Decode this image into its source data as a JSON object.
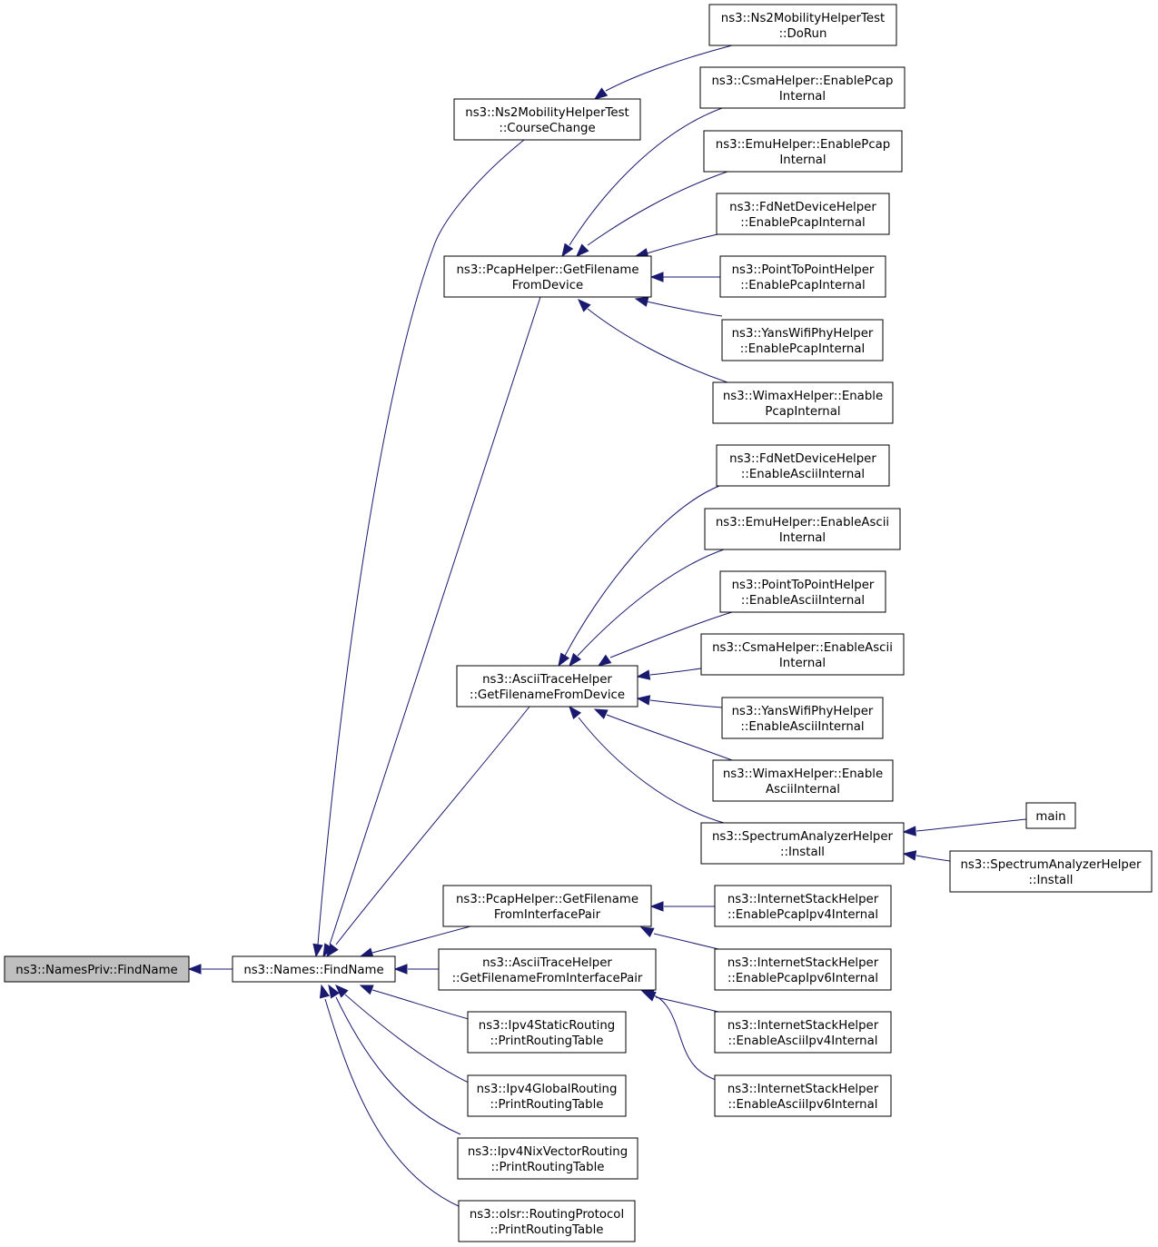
{
  "graph": {
    "nodes": [
      {
        "id": "n0",
        "label": [
          "ns3::NamesPriv::FindName"
        ],
        "root": true
      },
      {
        "id": "n1",
        "label": [
          "ns3::Names::FindName"
        ]
      },
      {
        "id": "n2",
        "label": [
          "ns3::Ns2MobilityHelperTest",
          "::CourseChange"
        ]
      },
      {
        "id": "n3",
        "label": [
          "ns3::Ns2MobilityHelperTest",
          "::DoRun"
        ]
      },
      {
        "id": "n4",
        "label": [
          "ns3::PcapHelper::GetFilename",
          "FromDevice"
        ]
      },
      {
        "id": "n5",
        "label": [
          "ns3::CsmaHelper::EnablePcap",
          "Internal"
        ]
      },
      {
        "id": "n6",
        "label": [
          "ns3::EmuHelper::EnablePcap",
          "Internal"
        ]
      },
      {
        "id": "n7",
        "label": [
          "ns3::FdNetDeviceHelper",
          "::EnablePcapInternal"
        ]
      },
      {
        "id": "n8",
        "label": [
          "ns3::PointToPointHelper",
          "::EnablePcapInternal"
        ]
      },
      {
        "id": "n9",
        "label": [
          "ns3::YansWifiPhyHelper",
          "::EnablePcapInternal"
        ]
      },
      {
        "id": "n10",
        "label": [
          "ns3::WimaxHelper::Enable",
          "PcapInternal"
        ]
      },
      {
        "id": "n11",
        "label": [
          "ns3::AsciiTraceHelper",
          "::GetFilenameFromDevice"
        ]
      },
      {
        "id": "n12",
        "label": [
          "ns3::FdNetDeviceHelper",
          "::EnableAsciiInternal"
        ]
      },
      {
        "id": "n13",
        "label": [
          "ns3::EmuHelper::EnableAscii",
          "Internal"
        ]
      },
      {
        "id": "n14",
        "label": [
          "ns3::PointToPointHelper",
          "::EnableAsciiInternal"
        ]
      },
      {
        "id": "n15",
        "label": [
          "ns3::CsmaHelper::EnableAscii",
          "Internal"
        ]
      },
      {
        "id": "n16",
        "label": [
          "ns3::YansWifiPhyHelper",
          "::EnableAsciiInternal"
        ]
      },
      {
        "id": "n17",
        "label": [
          "ns3::WimaxHelper::Enable",
          "AsciiInternal"
        ]
      },
      {
        "id": "n18",
        "label": [
          "ns3::SpectrumAnalyzerHelper",
          "::Install"
        ]
      },
      {
        "id": "n19",
        "label": [
          "main"
        ]
      },
      {
        "id": "n20",
        "label": [
          "ns3::SpectrumAnalyzerHelper",
          "::Install"
        ]
      },
      {
        "id": "n21",
        "label": [
          "ns3::PcapHelper::GetFilename",
          "FromInterfacePair"
        ]
      },
      {
        "id": "n22",
        "label": [
          "ns3::InternetStackHelper",
          "::EnablePcapIpv4Internal"
        ]
      },
      {
        "id": "n23",
        "label": [
          "ns3::InternetStackHelper",
          "::EnablePcapIpv6Internal"
        ]
      },
      {
        "id": "n24",
        "label": [
          "ns3::AsciiTraceHelper",
          "::GetFilenameFromInterfacePair"
        ]
      },
      {
        "id": "n25",
        "label": [
          "ns3::InternetStackHelper",
          "::EnableAsciiIpv4Internal"
        ]
      },
      {
        "id": "n26",
        "label": [
          "ns3::InternetStackHelper",
          "::EnableAsciiIpv6Internal"
        ]
      },
      {
        "id": "n27",
        "label": [
          "ns3::Ipv4StaticRouting",
          "::PrintRoutingTable"
        ]
      },
      {
        "id": "n28",
        "label": [
          "ns3::Ipv4GlobalRouting",
          "::PrintRoutingTable"
        ]
      },
      {
        "id": "n29",
        "label": [
          "ns3::Ipv4NixVectorRouting",
          "::PrintRoutingTable"
        ]
      },
      {
        "id": "n30",
        "label": [
          "ns3::olsr::RoutingProtocol",
          "::PrintRoutingTable"
        ]
      }
    ],
    "edges": [
      {
        "from": "n1",
        "to": "n0"
      },
      {
        "from": "n2",
        "to": "n1"
      },
      {
        "from": "n3",
        "to": "n2"
      },
      {
        "from": "n4",
        "to": "n1"
      },
      {
        "from": "n5",
        "to": "n4"
      },
      {
        "from": "n6",
        "to": "n4"
      },
      {
        "from": "n7",
        "to": "n4"
      },
      {
        "from": "n8",
        "to": "n4"
      },
      {
        "from": "n9",
        "to": "n4"
      },
      {
        "from": "n10",
        "to": "n4"
      },
      {
        "from": "n11",
        "to": "n1"
      },
      {
        "from": "n12",
        "to": "n11"
      },
      {
        "from": "n13",
        "to": "n11"
      },
      {
        "from": "n14",
        "to": "n11"
      },
      {
        "from": "n15",
        "to": "n11"
      },
      {
        "from": "n16",
        "to": "n11"
      },
      {
        "from": "n17",
        "to": "n11"
      },
      {
        "from": "n18",
        "to": "n11"
      },
      {
        "from": "n19",
        "to": "n18"
      },
      {
        "from": "n20",
        "to": "n18"
      },
      {
        "from": "n21",
        "to": "n1"
      },
      {
        "from": "n22",
        "to": "n21"
      },
      {
        "from": "n23",
        "to": "n21"
      },
      {
        "from": "n24",
        "to": "n1"
      },
      {
        "from": "n25",
        "to": "n24"
      },
      {
        "from": "n26",
        "to": "n24"
      },
      {
        "from": "n27",
        "to": "n1"
      },
      {
        "from": "n28",
        "to": "n1"
      },
      {
        "from": "n29",
        "to": "n1"
      },
      {
        "from": "n30",
        "to": "n1"
      }
    ]
  },
  "colors": {
    "edge": "#191970",
    "root_fill": "#bfbfbf",
    "node_fill": "#ffffff",
    "node_border": "#000000"
  }
}
